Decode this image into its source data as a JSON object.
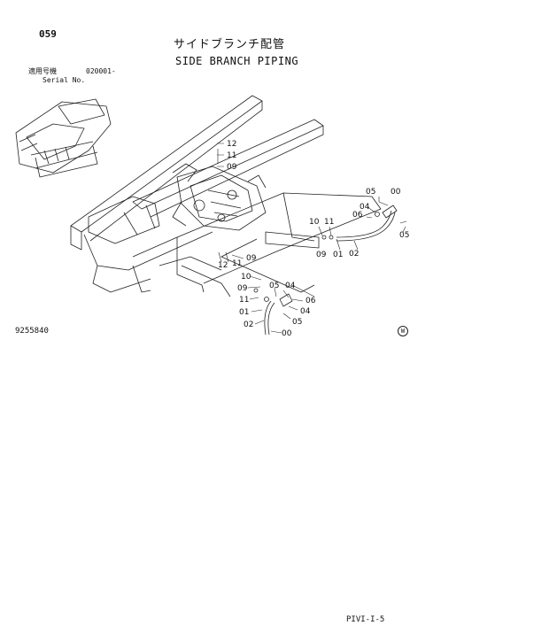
{
  "header": {
    "page_number": "059",
    "title_jp": "サイドブランチ配管",
    "title_en": "SIDE BRANCH PIPING",
    "serial_label_jp": "適用号機",
    "serial_value": "020001-",
    "serial_label_en": "Serial No."
  },
  "figure": {
    "id": "9255840",
    "mark": "W",
    "callouts": {
      "c12a": "12",
      "c11a": "11",
      "c09a": "09",
      "c05r": "05",
      "c00r": "00",
      "c04r": "04",
      "c06r": "06",
      "c05r2": "05",
      "c10m": "10",
      "c11m": "11",
      "c09m": "09",
      "c01m": "01",
      "c02m": "02",
      "c12b": "12",
      "c11b": "11",
      "c09b": "09",
      "c10l": "10",
      "c09l": "09",
      "c11l": "11",
      "c01l": "01",
      "c02l": "02",
      "c05l": "05",
      "c04l": "04",
      "c06l": "06",
      "c04l2": "04",
      "c05l2": "05",
      "c00l": "00"
    }
  },
  "footer": {
    "code": "PIVI-I-5"
  }
}
